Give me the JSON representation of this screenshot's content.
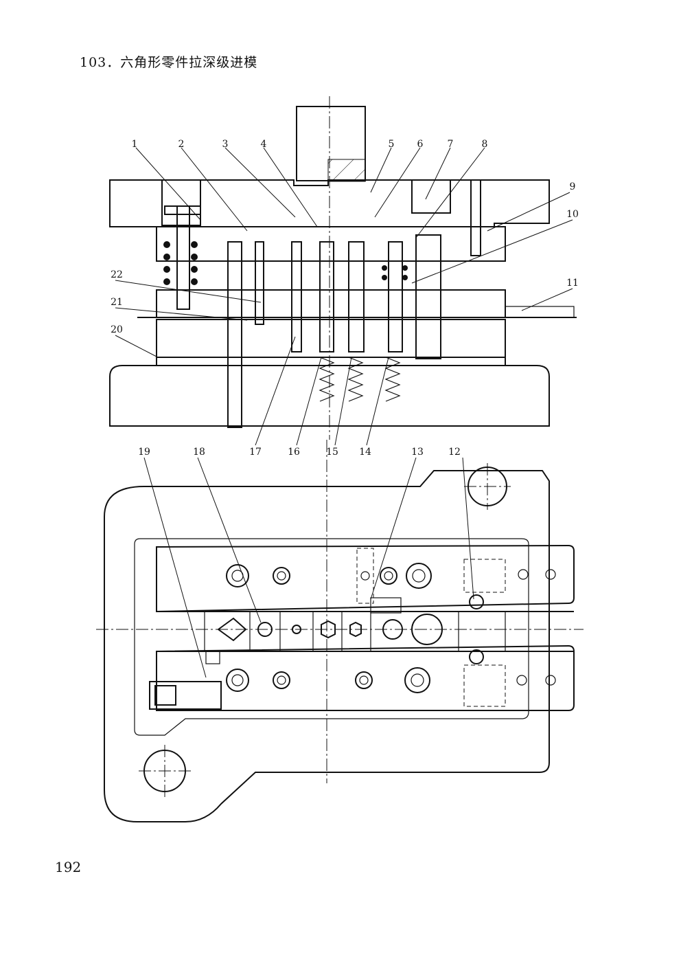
{
  "title": "103．六角形零件拉深级进模",
  "page_number": "192",
  "callouts": [
    "1",
    "2",
    "3",
    "4",
    "5",
    "6",
    "7",
    "8",
    "9",
    "10",
    "11",
    "12",
    "13",
    "14",
    "15",
    "16",
    "17",
    "18",
    "19",
    "20",
    "21",
    "22"
  ]
}
